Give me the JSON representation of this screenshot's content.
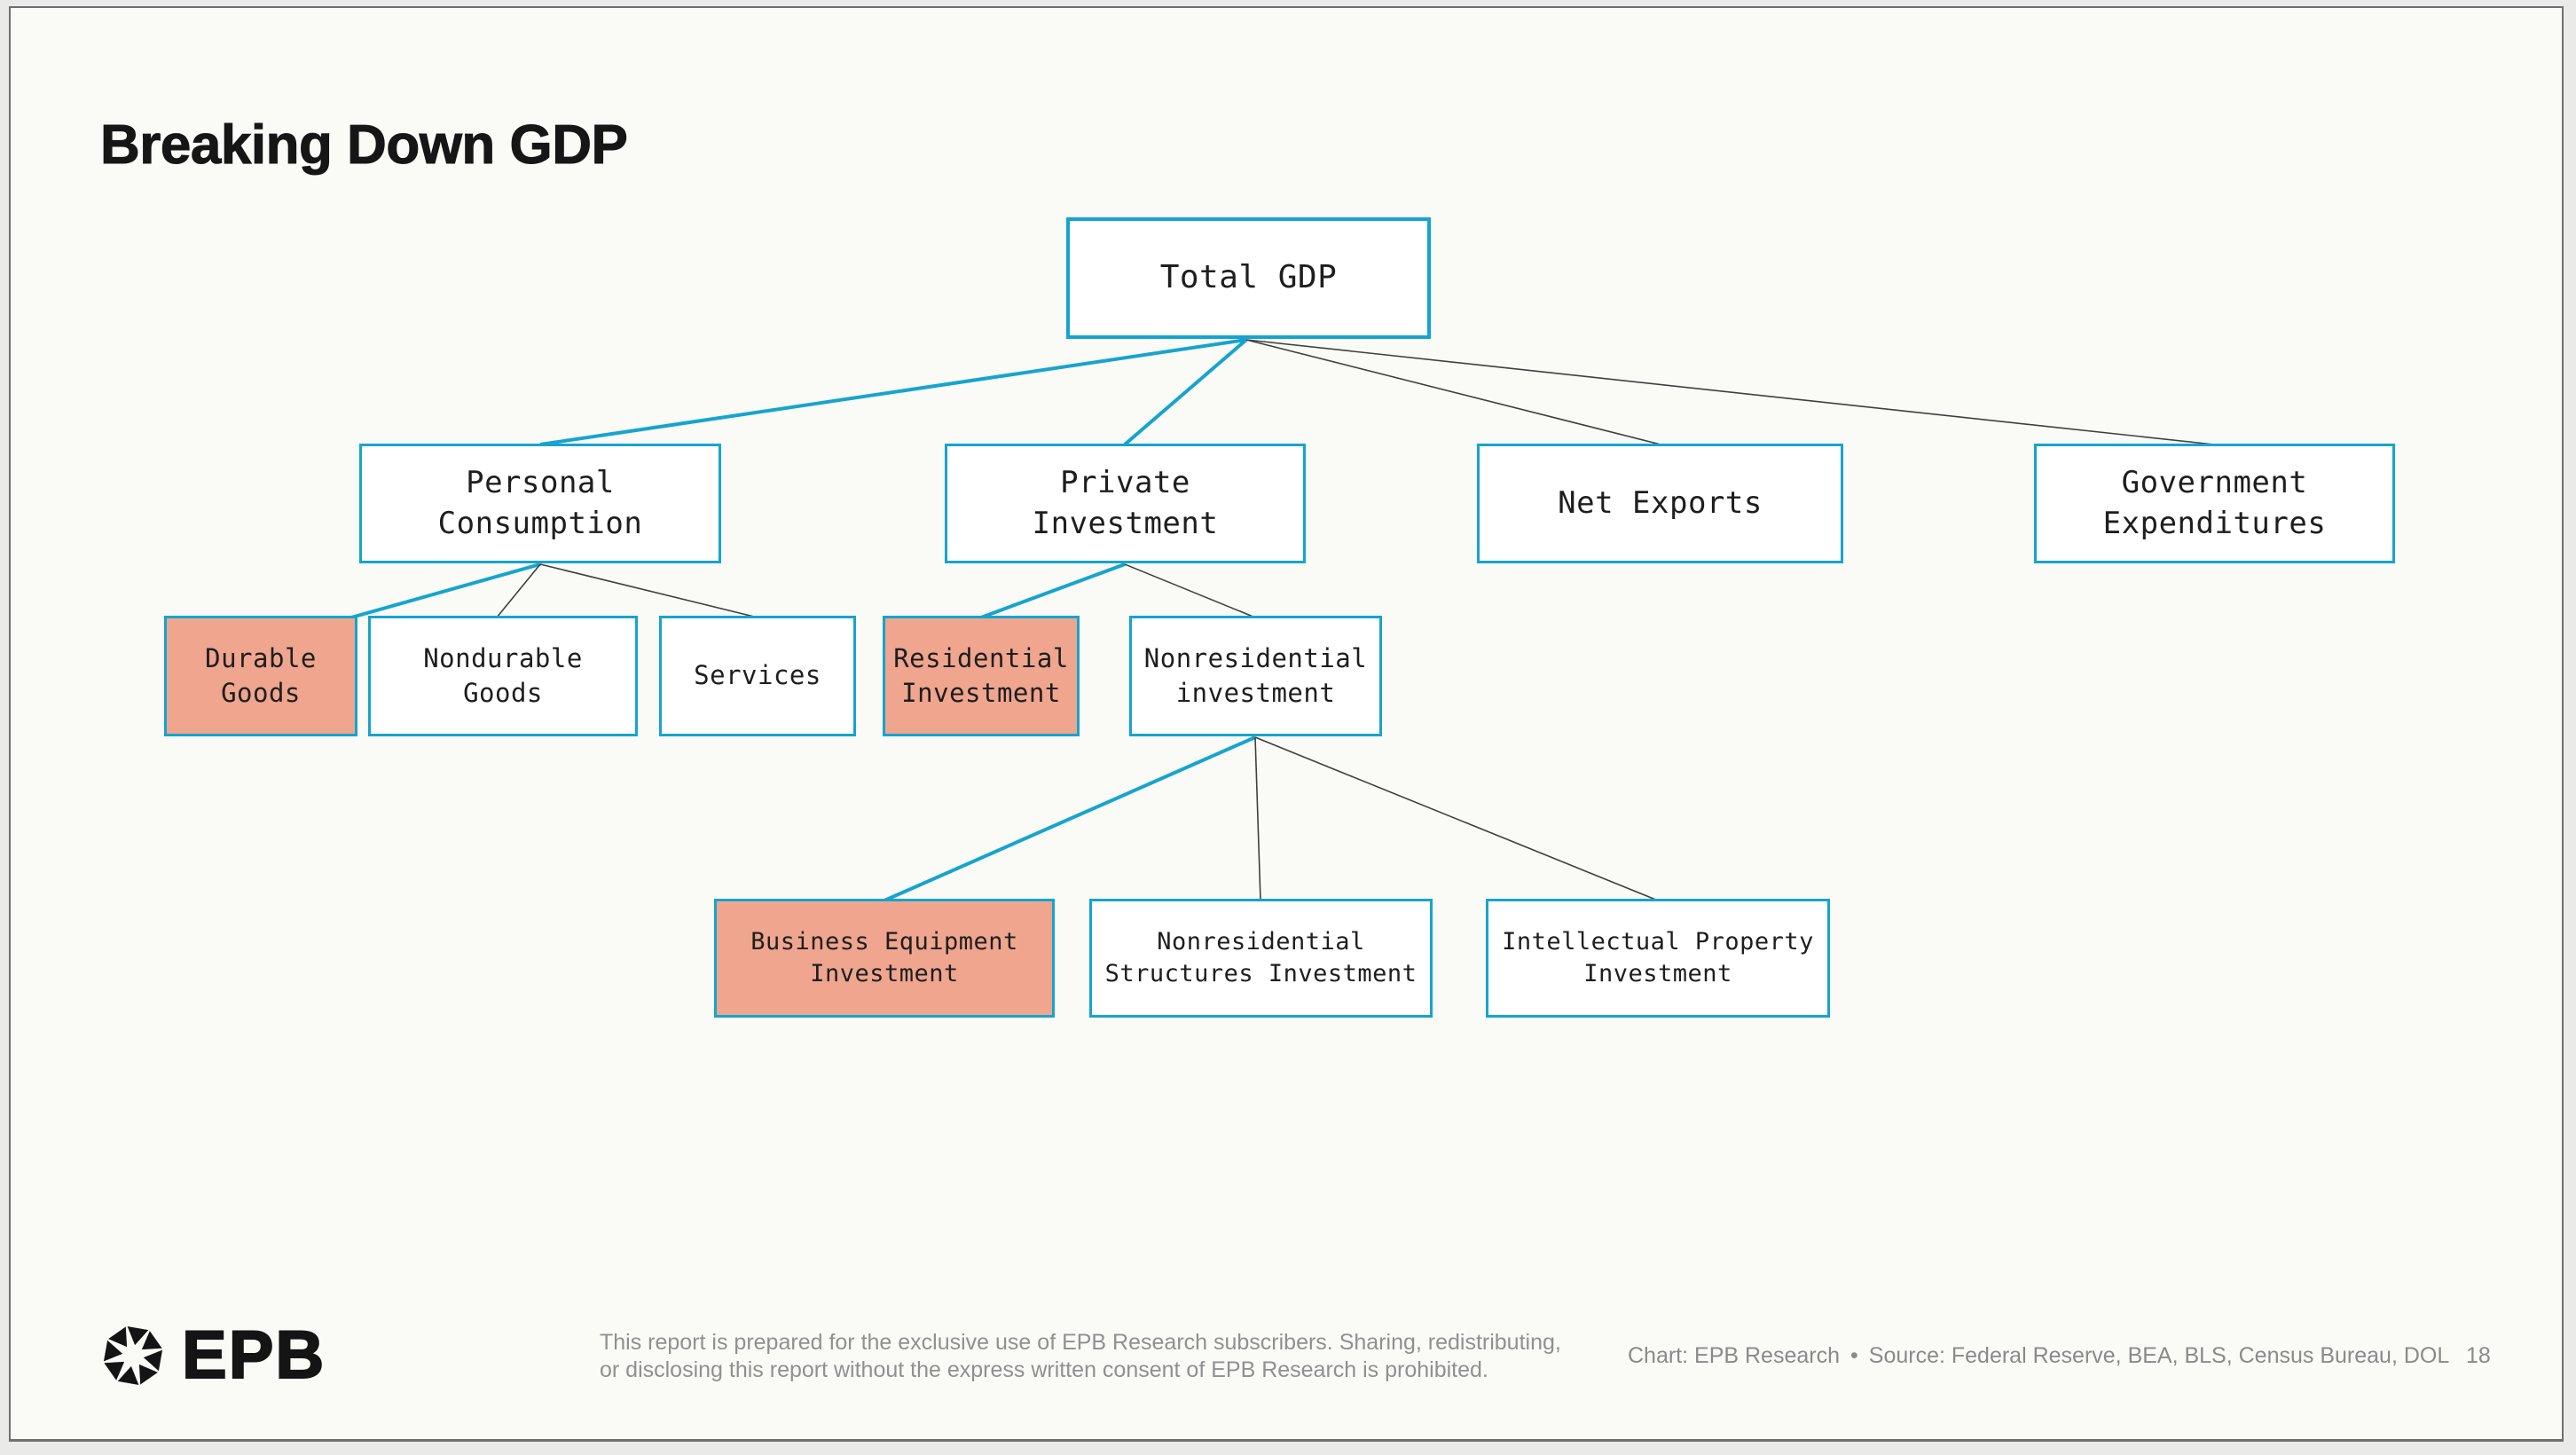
{
  "page": {
    "title": "Breaking Down GDP"
  },
  "colors": {
    "accent_blue": "#16a4cf",
    "highlight_salmon": "#efa58e",
    "connector_gray": "#3f3f3f",
    "page_background": "#fafaf7",
    "text_dark": "#1e1e1e",
    "footer_gray": "#8a8a8a"
  },
  "diagram": {
    "nodes": {
      "total_gdp": {
        "label": "Total GDP",
        "highlighted": false
      },
      "personal_consumption": {
        "label": "Personal\nConsumption",
        "highlighted": false
      },
      "private_investment": {
        "label": "Private\nInvestment",
        "highlighted": false
      },
      "net_exports": {
        "label": "Net Exports",
        "highlighted": false
      },
      "government_expenditures": {
        "label": "Government\nExpenditures",
        "highlighted": false
      },
      "durable_goods": {
        "label": "Durable\nGoods",
        "highlighted": true
      },
      "nondurable_goods": {
        "label": "Nondurable\nGoods",
        "highlighted": false
      },
      "services": {
        "label": "Services",
        "highlighted": false
      },
      "residential_investment": {
        "label": "Residential\nInvestment",
        "highlighted": true
      },
      "nonresidential_investment": {
        "label": "Nonresidential\ninvestment",
        "highlighted": false
      },
      "business_equipment_investment": {
        "label": "Business Equipment\nInvestment",
        "highlighted": true
      },
      "nonresidential_structures_investment": {
        "label": "Nonresidential\nStructures Investment",
        "highlighted": false
      },
      "intellectual_property_investment": {
        "label": "Intellectual Property\nInvestment",
        "highlighted": false
      }
    },
    "edges": [
      {
        "from": "total_gdp",
        "to": "personal_consumption",
        "color": "blue"
      },
      {
        "from": "total_gdp",
        "to": "private_investment",
        "color": "blue"
      },
      {
        "from": "total_gdp",
        "to": "net_exports",
        "color": "gray"
      },
      {
        "from": "total_gdp",
        "to": "government_expenditures",
        "color": "gray"
      },
      {
        "from": "personal_consumption",
        "to": "durable_goods",
        "color": "blue"
      },
      {
        "from": "personal_consumption",
        "to": "nondurable_goods",
        "color": "gray"
      },
      {
        "from": "personal_consumption",
        "to": "services",
        "color": "gray"
      },
      {
        "from": "private_investment",
        "to": "residential_investment",
        "color": "blue"
      },
      {
        "from": "private_investment",
        "to": "nonresidential_investment",
        "color": "gray"
      },
      {
        "from": "nonresidential_investment",
        "to": "business_equipment_investment",
        "color": "blue"
      },
      {
        "from": "nonresidential_investment",
        "to": "nonresidential_structures_investment",
        "color": "gray"
      },
      {
        "from": "nonresidential_investment",
        "to": "intellectual_property_investment",
        "color": "gray"
      }
    ]
  },
  "footer": {
    "logo_text": "EPB",
    "disclaimer_lines": [
      "This report is prepared for the exclusive use of EPB Research subscribers. Sharing, redistributing,",
      "or disclosing this report without the express written consent of EPB Research is prohibited."
    ],
    "credit_chart": "Chart: EPB Research",
    "credit_separator": "•",
    "credit_source": "Source: Federal Reserve, BEA, BLS, Census Bureau, DOL",
    "page_number": "18"
  }
}
